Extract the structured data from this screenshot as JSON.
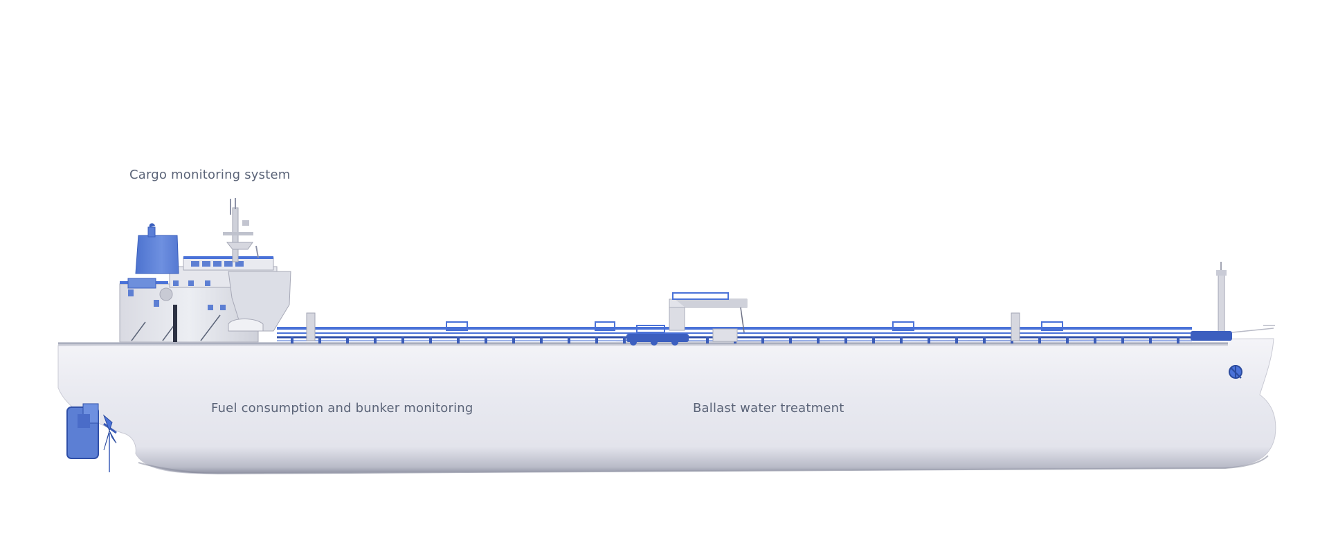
{
  "hotspots": {
    "cargo": {
      "label": "Cargo monitoring system"
    },
    "fuel": {
      "label": "Fuel consumption and bunker monitoring"
    },
    "ballast": {
      "label": "Ballast water treatment"
    }
  },
  "colors": {
    "background": "#ffffff",
    "hull": "#e9eaf1",
    "hull_shadow": "#c4c6d2",
    "accent_blue": "#4a72d8",
    "funnel_blue": "#6a8edc",
    "superstructure": "#e3e4ea",
    "label_text": "#5b6478"
  },
  "icons": [
    "ship-illustration",
    "propeller-icon",
    "rudder-icon",
    "anchor-icon",
    "crane-icon",
    "mast-icon",
    "funnel-icon"
  ]
}
